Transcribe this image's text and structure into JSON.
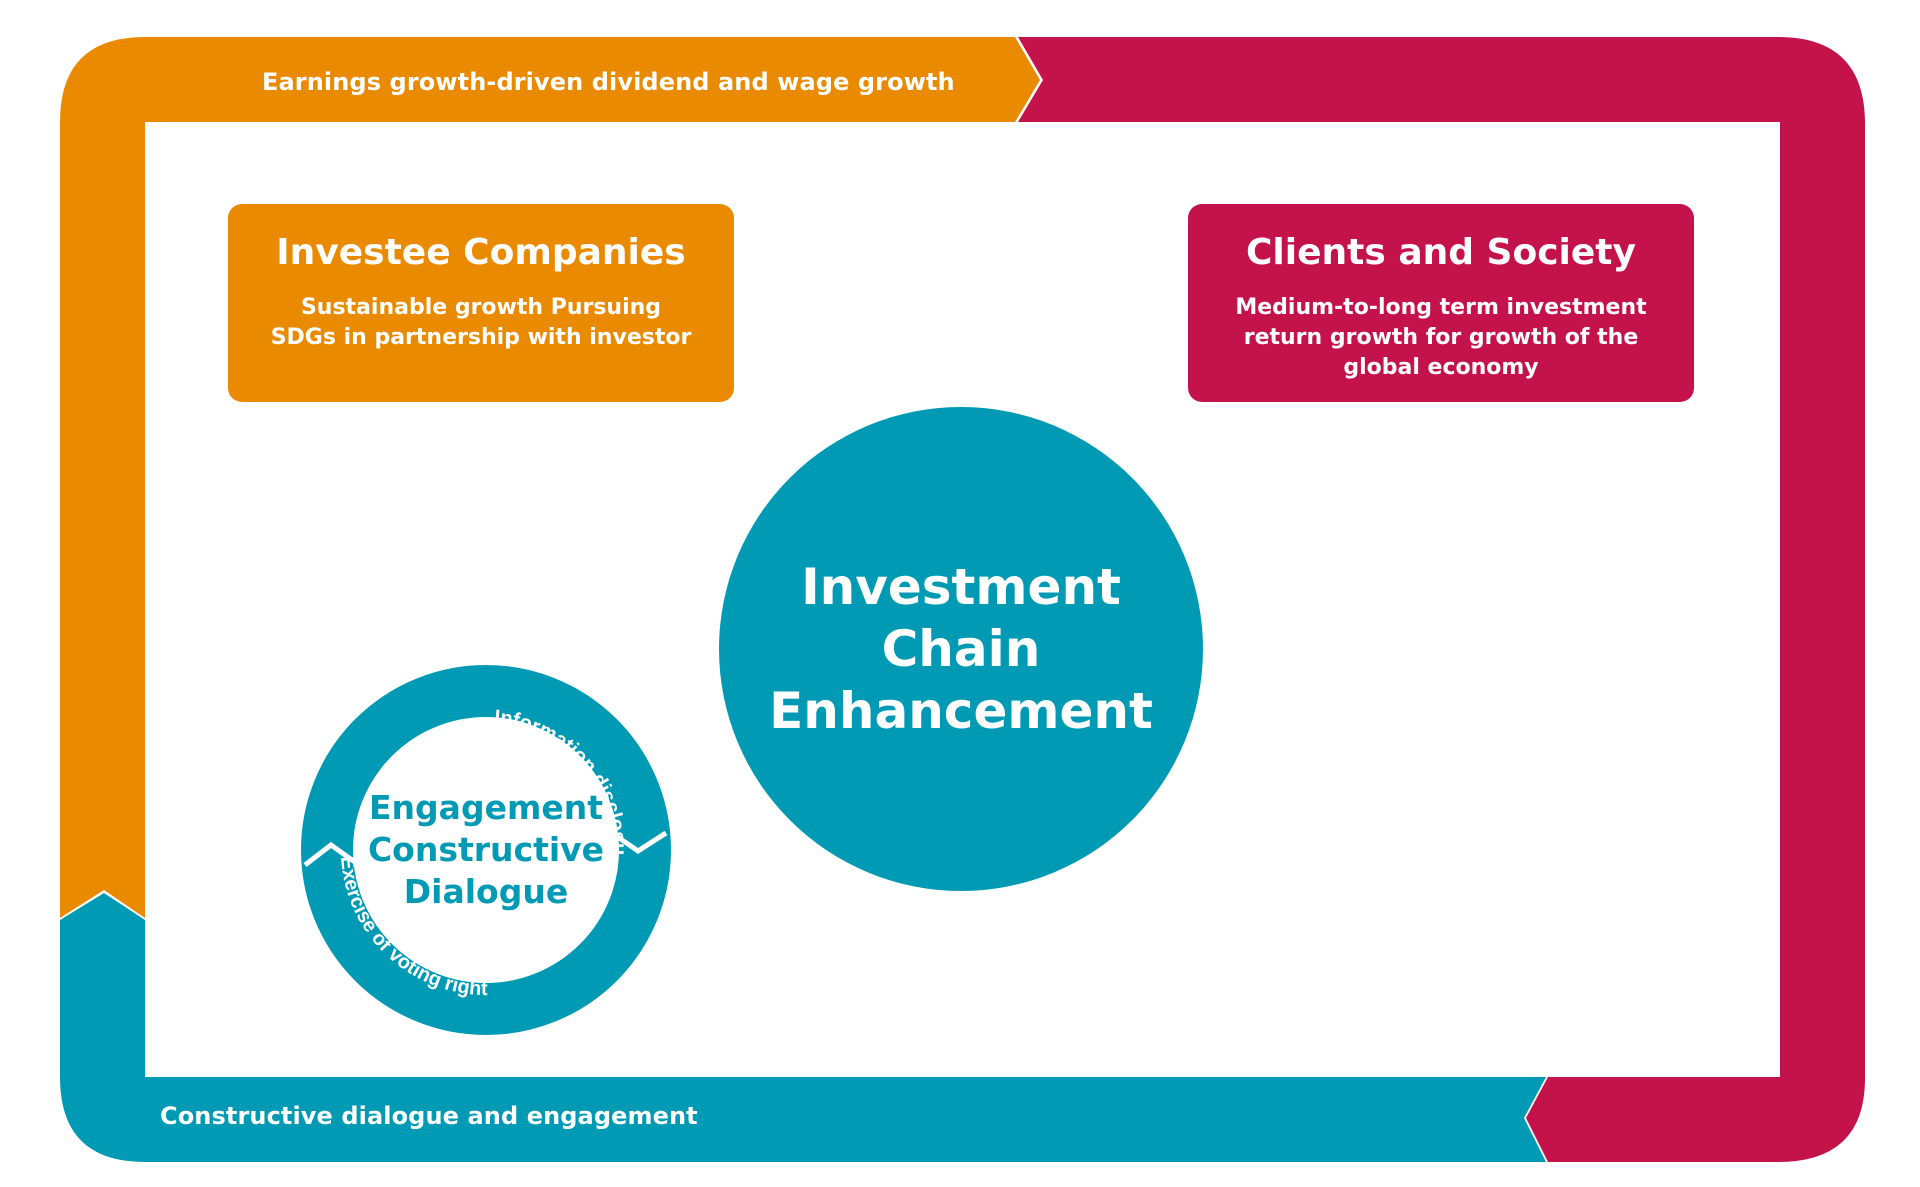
{
  "colors": {
    "orange": "#E98A00",
    "crimson": "#C4124B",
    "teal": "#009AB4",
    "white": "#FFFFFF"
  },
  "flows": {
    "top": "Earnings growth-driven dividend and wage growth",
    "bottom": "Constructive dialogue and engagement"
  },
  "investee": {
    "title": "Investee Companies",
    "text": "Sustainable growth Pursuing SDGs in partnership with investor"
  },
  "clients": {
    "title": "Clients and Society",
    "text": "Medium-to-long term investment return growth for growth of the global economy"
  },
  "center": {
    "line1": "Investment Chain",
    "line2": "Enhancement"
  },
  "engagement": {
    "line1": "Engagement",
    "line2": "Constructive",
    "line3": "Dialogue",
    "arc_top": "Information disclosure",
    "arc_bottom": "Exercise of voting rights"
  }
}
